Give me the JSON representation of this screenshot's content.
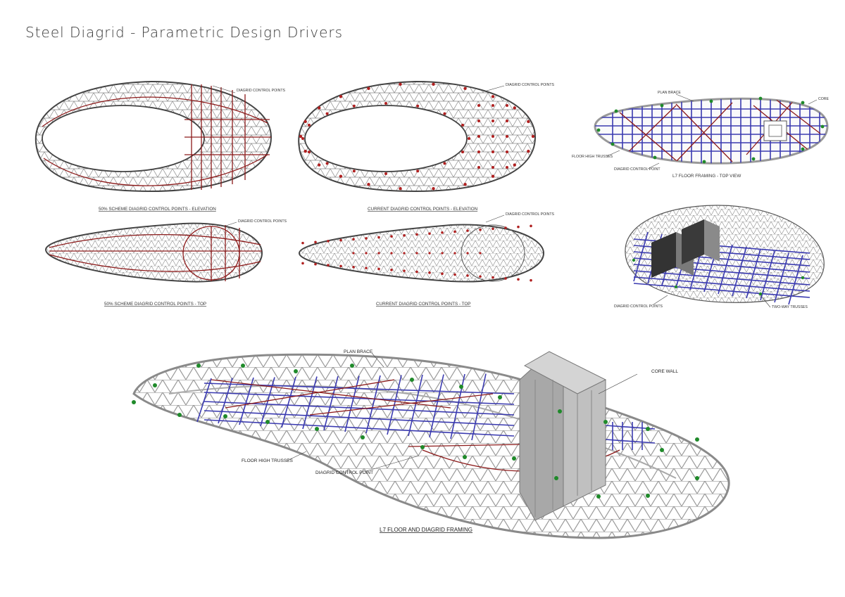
{
  "page": {
    "title": "Steel Diagrid - Parametric Design Drivers"
  },
  "panels": {
    "elev_50": {
      "caption": "50% SCHEME DIAGRID CONTROL POINTS - ELEVATION",
      "label": "DIAGRID CONTROL POINTS"
    },
    "elev_current": {
      "caption": "CURRENT DIAGRID CONTROL POINTS - ELEVATION",
      "label": "DIAGRID CONTROL POINTS"
    },
    "top_50": {
      "caption": "50% SCHEME DIAGRID CONTROL POINTS - TOP",
      "label": "DIAGRID CONTROL POINTS"
    },
    "top_current": {
      "caption": "CURRENT DIAGRID CONTROL POINTS - TOP",
      "label": "DIAGRID CONTROL POINTS"
    },
    "l7_top": {
      "caption": "L7 FLOOR FRAMING - TOP VIEW",
      "labels": {
        "plan_brace": "PLAN BRACE",
        "core": "CORE",
        "floor_high_trusses": "FLOOR HIGH TRUSSES",
        "diagrid_control_point": "DIAGRID CONTROL POINT"
      }
    },
    "l4_iso": {
      "labels": {
        "diagrid_control_points": "DIAGRID CONTROL POINTS",
        "two_way_trusses": "TWO-WAY TRUSSES"
      }
    },
    "l7_iso": {
      "caption": "L7 FLOOR AND DIAGRID FRAMING",
      "labels": {
        "plan_brace": "PLAN BRACE",
        "core_wall": "CORE WALL",
        "floor_high_trusses": "FLOOR HIGH TRUSSES",
        "diagrid_control_point": "DIAGRID CONTROL POINT"
      }
    }
  },
  "colors": {
    "diagrid": "#777777",
    "control_line": "#8c1a1a",
    "truss": "#3a3ab0",
    "control_node": "#1f8a2a",
    "core": "#b0b0b0"
  }
}
